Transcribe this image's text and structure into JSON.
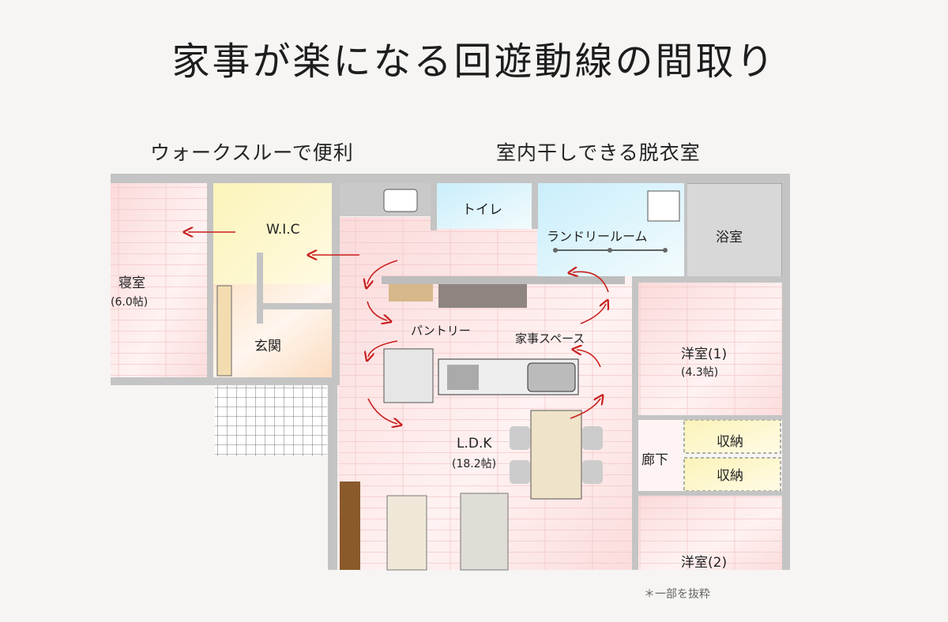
{
  "title": "家事が楽になる回遊動線の間取り",
  "callouts": {
    "left": "ウォークスルーで便利",
    "right": "室内干しできる脱衣室"
  },
  "rooms": {
    "wic": "W.I.C",
    "bedroom": "寝室",
    "bedroom_size": "(6.0帖)",
    "entrance": "玄関",
    "toilet": "トイレ",
    "laundry": "ランドリールーム",
    "bath": "浴室",
    "pantry": "パントリー",
    "housework": "家事スペース",
    "western1": "洋室(1)",
    "western1_size": "(4.3帖)",
    "ldk": "L.D.K",
    "ldk_size": "(18.2帖)",
    "corridor": "廊下",
    "storage1": "収納",
    "storage2": "収納",
    "western2": "洋室(2)"
  },
  "note": "＊一部を抜粋",
  "colors": {
    "wall": "#c4c4c4",
    "floor_pink": "#fbe3e3",
    "wic_yellow": "#fdf8d2",
    "water_blue": "#dff4fb",
    "arrow_red": "#c8201e"
  }
}
